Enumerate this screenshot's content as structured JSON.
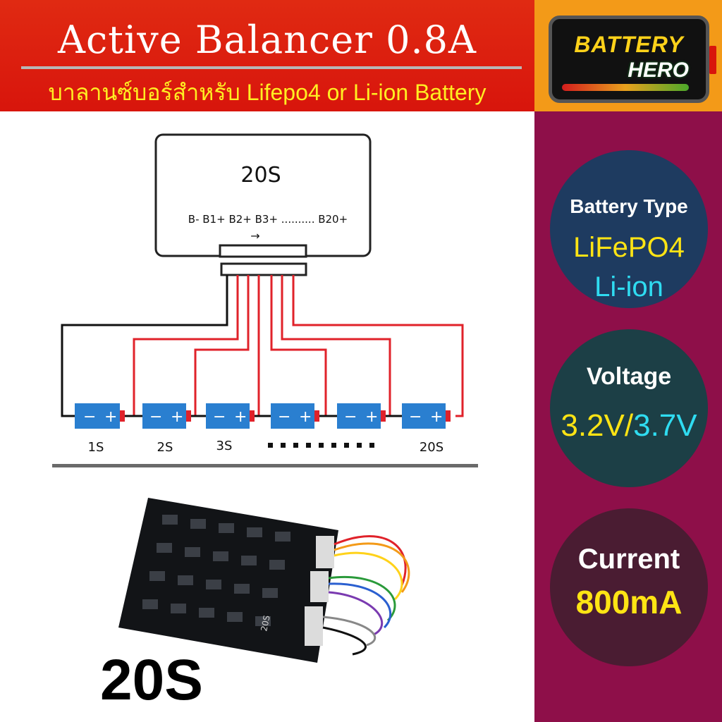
{
  "header": {
    "title": "Active Balancer 0.8A",
    "subtitle": "บาลานซ์บอร์สำหรับ Lifepo4 or Li-ion Battery"
  },
  "logo": {
    "top": "BATTERY",
    "bottom": "HERO"
  },
  "specs": {
    "battery_type": {
      "label": "Battery Type",
      "values": [
        "LiFePO4",
        "Li-ion"
      ]
    },
    "voltage": {
      "label": "Voltage",
      "value_a": "3.2V",
      "sep": "/",
      "value_b": "3.7V"
    },
    "current": {
      "label": "Current",
      "value": "800mA"
    }
  },
  "diagram": {
    "box_title": "20S",
    "pins": "B- B1+ B2+ B3+ .......... B20+",
    "arrow": "→",
    "cells": [
      {
        "minus": "−",
        "plus": "+",
        "label": "1S"
      },
      {
        "minus": "−",
        "plus": "+",
        "label": "2S"
      },
      {
        "minus": "−",
        "plus": "+",
        "label": "3S"
      },
      {
        "minus": "−",
        "plus": "+",
        "label": ""
      },
      {
        "minus": "−",
        "plus": "+",
        "label": ""
      },
      {
        "minus": "−",
        "plus": "+",
        "label": "20S"
      }
    ],
    "dots": "........."
  },
  "board": {
    "silk": "20S"
  },
  "product_label": "20S",
  "colors": {
    "header_red": "#d8150c",
    "panel": "#8e0f49",
    "yellow": "#ffe414",
    "cyan": "#2fdcf1",
    "wire_red": "#e0222a",
    "cell_blue": "#2a7fd0"
  }
}
